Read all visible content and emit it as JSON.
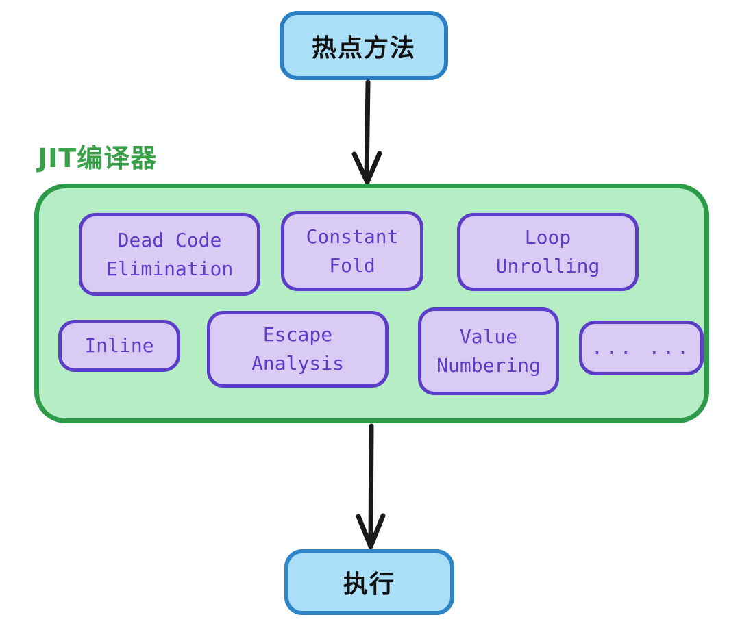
{
  "flow": {
    "top_node_label": "热点方法",
    "bottom_node_label": "执行"
  },
  "jit": {
    "label": "JIT编译器",
    "optimizations": [
      {
        "label": "Dead Code\nElimination"
      },
      {
        "label": "Constant\nFold"
      },
      {
        "label": "Loop\nUnrolling"
      },
      {
        "label": "Inline"
      },
      {
        "label": "Escape\nAnalysis"
      },
      {
        "label": "Value\nNumbering"
      },
      {
        "label": "... ..."
      }
    ]
  },
  "colors": {
    "node_fill": "#abdff8",
    "node_border": "#2b7fc4",
    "container_fill": "#b7edc4",
    "container_border": "#2c9a48",
    "optimization_fill": "#d9ccf4",
    "optimization_border": "#5b3dc8",
    "jit_label_text": "#38a048",
    "node_text": "#111111",
    "arrow": "#1a1a1a"
  }
}
